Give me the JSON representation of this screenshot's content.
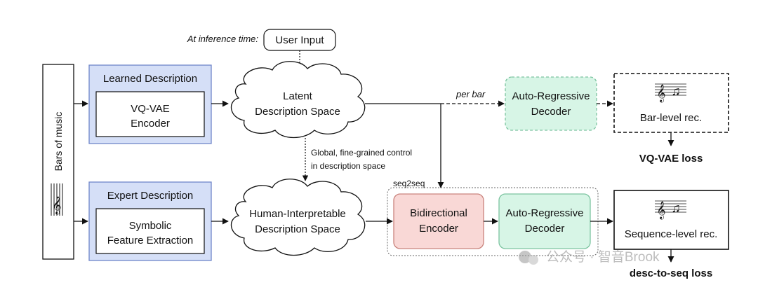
{
  "input": {
    "prefix": "At inference time:",
    "button_label": "User Input"
  },
  "side_panel": {
    "label": "Bars of music"
  },
  "learned": {
    "title": "Learned Description",
    "inner_line1": "VQ-VAE",
    "inner_line2": "Encoder"
  },
  "expert": {
    "title": "Expert Description",
    "inner_line1": "Symbolic",
    "inner_line2": "Feature Extraction"
  },
  "latent_cloud": {
    "line1": "Latent",
    "line2": "Description Space"
  },
  "human_cloud": {
    "line1": "Human-Interpretable",
    "line2": "Description Space"
  },
  "control_note": {
    "line1": "Global, fine-grained control",
    "line2": "in description space"
  },
  "per_bar_label": "per bar",
  "ar_decoder_top": {
    "line1": "Auto-Regressive",
    "line2": "Decoder"
  },
  "bar_rec": {
    "label": "Bar-level rec.",
    "loss": "VQ-VAE loss"
  },
  "seq2seq": {
    "label": "seq2seq",
    "encoder_line1": "Bidirectional",
    "encoder_line2": "Encoder",
    "decoder_line1": "Auto-Regressive",
    "decoder_line2": "Decoder"
  },
  "seq_rec": {
    "label": "Sequence-level rec.",
    "loss": "desc-to-seq loss"
  },
  "watermark": "公众号 · 智音Brook",
  "colors": {
    "blue_fill": "#d5dff7",
    "blue_stroke": "#6f86c9",
    "green_fill": "#d7f5e6",
    "green_stroke": "#7cc4a0",
    "red_fill": "#f9d8d6",
    "red_stroke": "#c9837d"
  }
}
